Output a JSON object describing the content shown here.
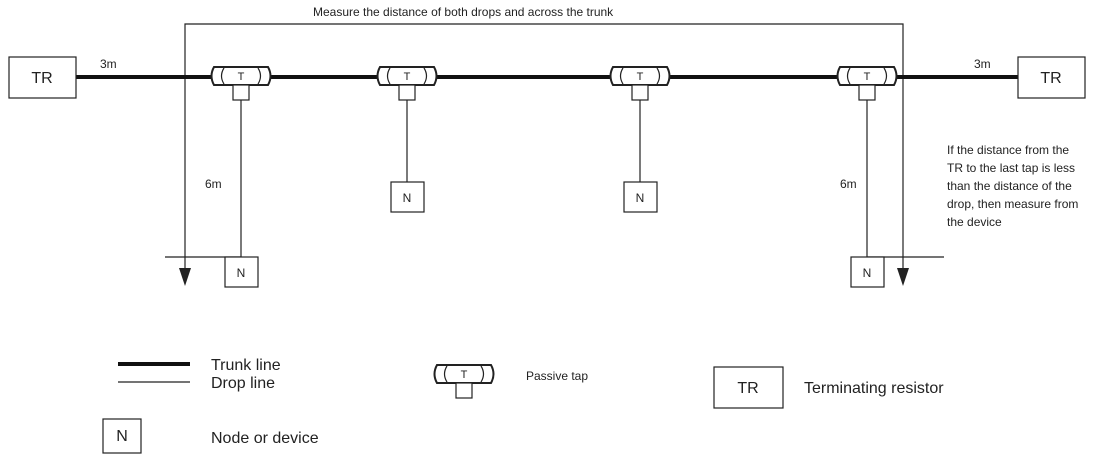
{
  "diagram": {
    "title": "Measure the distance of both drops and across the trunk",
    "left_resistor": "TR",
    "right_resistor": "TR",
    "left_trunk_length": "3m",
    "right_trunk_length": "3m",
    "tap_letter": "T",
    "node_letter": "N",
    "left_drop_length": "6m",
    "right_drop_length": "6m",
    "note_lines": [
      "If the distance from the",
      "TR to the last tap is less",
      "than the distance of the",
      "drop, then measure from",
      "the device"
    ]
  },
  "legend": {
    "trunk_line": "Trunk line",
    "drop_line": "Drop line",
    "passive_tap": "Passive tap",
    "tap_letter": "T",
    "node_letter": "N",
    "node_or_device": "Node or device",
    "resistor_letter": "TR",
    "terminating_resistor": "Terminating resistor"
  }
}
